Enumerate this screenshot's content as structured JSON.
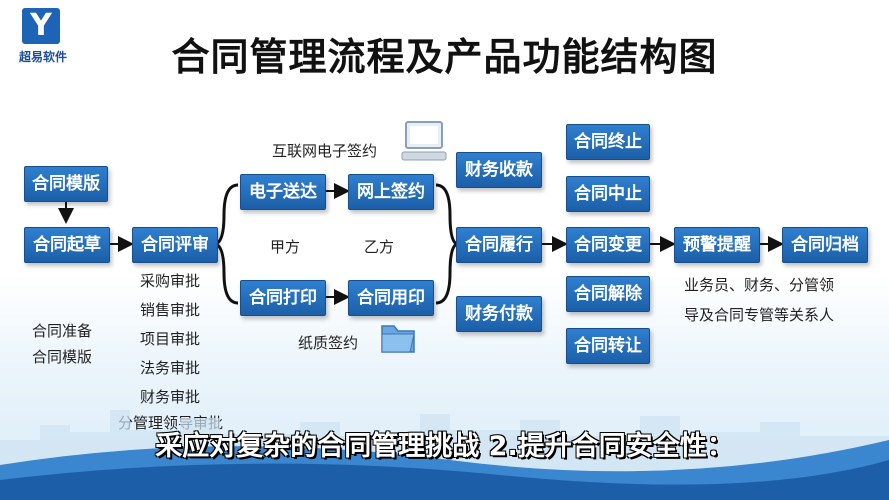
{
  "logo": {
    "mark": "Y",
    "text": "超易软件"
  },
  "title": "合同管理流程及产品功能结构图",
  "boxes": {
    "template": "合同模版",
    "draft": "合同起草",
    "review": "合同评审",
    "e_delivery": "电子送达",
    "online_sign": "网上签约",
    "print": "合同打印",
    "stamp": "合同用印",
    "fin_receive": "财务收款",
    "fin_pay": "财务付款",
    "perform": "合同履行",
    "terminate": "合同终止",
    "suspend": "合同中止",
    "change": "合同变更",
    "dissolve": "合同解除",
    "transfer": "合同转让",
    "alert": "预警提醒",
    "archive": "合同归档"
  },
  "labels": {
    "internet_sign": "互联网电子签约",
    "party_a": "甲方",
    "party_b": "乙方",
    "paper_sign": "纸质签约",
    "prep": "合同准备",
    "template2": "合同模版",
    "approvals": [
      "采购审批",
      "销售审批",
      "项目审批",
      "法务审批",
      "财务审批",
      "分管理领导审批"
    ],
    "stakeholders_1": "业务员、财务、分管领",
    "stakeholders_2": "导及合同专管等关系人"
  },
  "subtitle": "采应对复杂的合同管理挑战 2.提升合同安全性：",
  "colors": {
    "box": "#2a74c4",
    "title": "#111111"
  }
}
